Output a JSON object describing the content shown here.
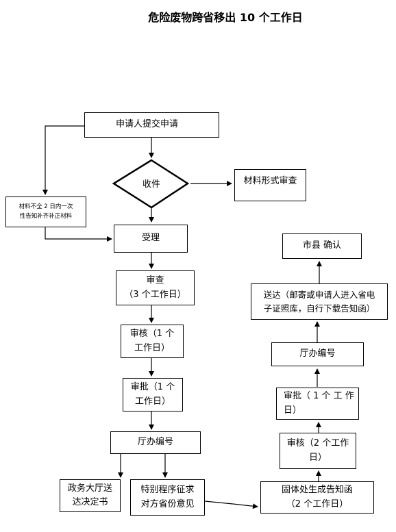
{
  "title": "危险废物跨省移出 10 个工作日",
  "nodes": {
    "apply": "申请人提交申请",
    "receive": "收件",
    "formal_review": "材料形式审查",
    "incomplete": {
      "line1": "材料不全 2 日内一次",
      "line2": "性告知补齐补正材料"
    },
    "accept": "受理",
    "review": {
      "line1": "审查",
      "line2": "（3 个工作日）"
    },
    "verify1": {
      "line1": "审核（1 个",
      "line2": "工作日）"
    },
    "approve1": {
      "line1": "审批（1 个",
      "line2": "工作日）"
    },
    "office_number1": "厅办编号",
    "hall_deliver": {
      "line1": "政务大厅送",
      "line2": "达决定书"
    },
    "special_procedure": {
      "line1": "特别程序征求",
      "line2": "对方省份意见"
    },
    "solid_waste": {
      "line1": "固体处生成告知函",
      "line2": "（2 个工作日）"
    },
    "verify2": {
      "line1": "审核（2 个工作",
      "line2": "日）"
    },
    "approve2": {
      "line1": "审批（ 1 个 工 作",
      "line2": "日）"
    },
    "office_number2": "厅办编号",
    "deliver": {
      "line1": "送达（邮寄或申请人进入省电",
      "line2": "子证照库，自行下载告知函）"
    },
    "city_confirm": "市县 确认"
  }
}
